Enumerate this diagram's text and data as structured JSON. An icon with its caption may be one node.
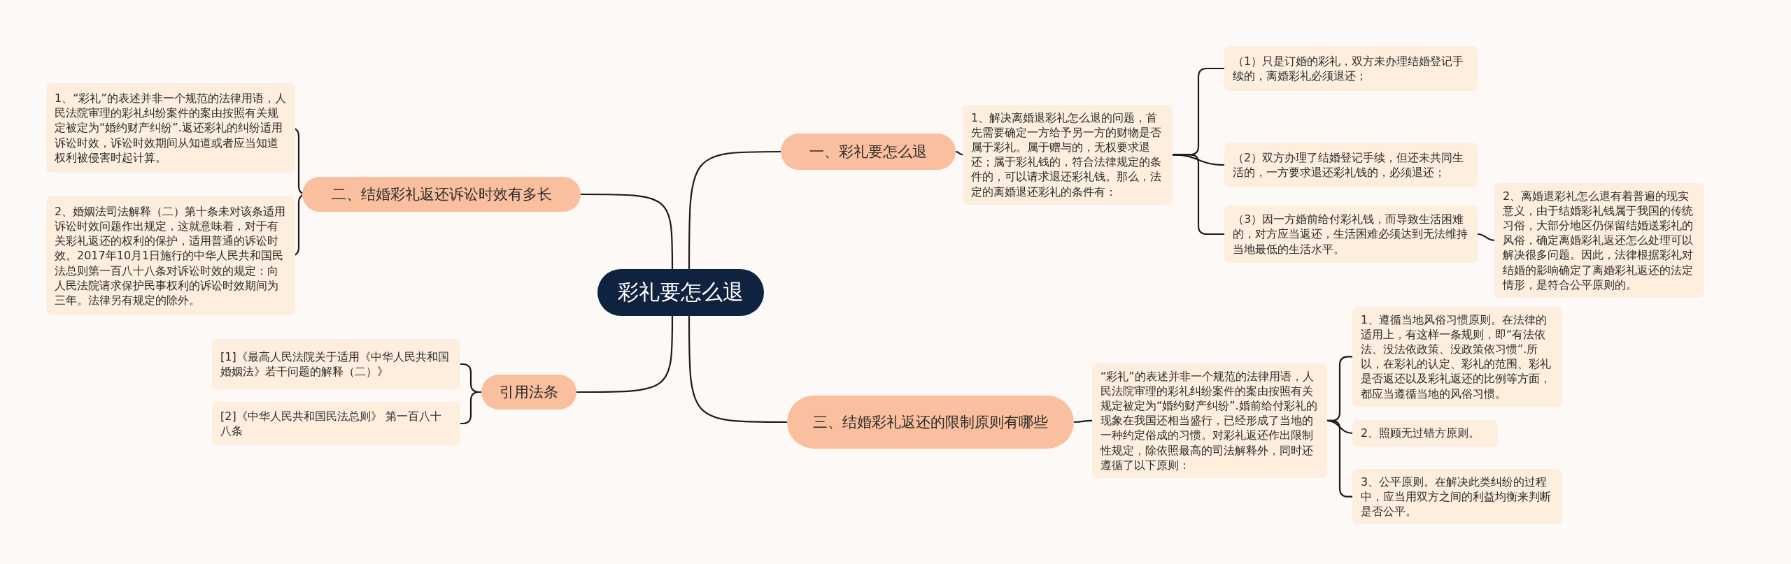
{
  "diagram": {
    "nodes": [
      {
        "text": [
          "彩礼要怎么退"
        ]
      },
      {
        "text": [
          "一、彩礼要怎么退"
        ]
      },
      {
        "text": [
          "1、解决离婚退彩礼怎么退的问题，首先需要确定一方给予另一方的财物是否属于彩礼。属于赠与的，无权要求退还；属于彩礼钱的，符合法律规定的条件的，可以请求退还彩礼钱。那么，法定的离婚退还彩礼的条件有："
        ]
      },
      {
        "text": [
          "（1）只是订婚的彩礼，双方未办理结婚登记手续的，离婚彩礼必须退还；"
        ]
      },
      {
        "text": [
          "（2）双方办理了结婚登记手续，但还未共同生活的，一方要求退还彩礼钱的，必须退还；"
        ]
      },
      {
        "text": [
          "（3）因一方婚前给付彩礼钱，而导致生活困难的，对方应当返还，生活困难必须达到无法维持当地最低的生活水平。"
        ]
      },
      {
        "text": [
          "2、离婚退彩礼怎么退有着普遍的现实意义，由于结婚彩礼钱属于我国的传统习俗，大部分地区仍保留结婚送彩礼的风俗，确定离婚彩礼返还怎么处理可以解决很多问题。因此，法律根据彩礼对结婚的影响确定了离婚彩礼返还的法定情形，是符合公平原则的。"
        ]
      },
      {
        "text": [
          "二、结婚彩礼返还诉讼时效有多长"
        ]
      },
      {
        "text": [
          "1、“彩礼”的表述并非一个规范的法律用语，人民法院审理的彩礼纠纷案件的案由按照有关规定被定为“婚约财产纠纷”.返还彩礼的纠纷适用诉讼时效，诉讼时效期间从知道或者应当知道权利被侵害时起计算。"
        ]
      },
      {
        "text": [
          "2、婚姻法司法解释（二）第十条未对该条适用诉讼时效问题作出规定，这就意味着，对于有关彩礼返还的权利的保护，适用普通的诉讼时效。2017年10月1日施行的中华人民共和国民法总则第一百八十八条对诉讼时效的规定：向人民法院请求保护民事权利的诉讼时效期间为三年。法律另有规定的除外。"
        ]
      },
      {
        "text": [
          "三、结婚彩礼返还的限制原则有哪些"
        ]
      },
      {
        "text": [
          "“彩礼”的表述并非一个规范的法律用语，人民法院审理的彩礼纠纷案件的案由按照有关规定被定为“婚约财产纠纷”.婚前给付彩礼的现象在我国还相当盛行，已经形成了当地的一种约定俗成的习惯。对彩礼返还作出限制性规定，除依照最高的司法解释外，同时还遵循了以下原则："
        ]
      },
      {
        "text": [
          "1、遵循当地风俗习惯原则。在法律的适用上，有这样一条规则，即“有法依法、没法依政策、没政策依习惯”.所以，在彩礼的认定、彩礼的范围、彩礼是否返还以及彩礼返还的比例等方面，都应当遵循当地的风俗习惯。"
        ]
      },
      {
        "text": [
          "2、照顾无过错方原则。"
        ]
      },
      {
        "text": [
          "3、公平原则。在解决此类纠纷的过程中，应当用双方之间的利益均衡来判断是否公平。"
        ]
      },
      {
        "text": [
          "引用法条"
        ]
      },
      {
        "text": [
          "[1]《最高人民法院关于适用《中华人民共和国婚姻法》若干问题的解释（二）》"
        ]
      },
      {
        "text": [
          "[2]《中华人民共和国民法总则》 第一百八十八条"
        ]
      }
    ],
    "edges": [
      {
        "from": 0,
        "to": 1,
        "arrow": "none"
      },
      {
        "from": 1,
        "to": 2,
        "arrow": "none"
      },
      {
        "from": 2,
        "to": 3,
        "arrow": "none"
      },
      {
        "from": 2,
        "to": 4,
        "arrow": "none"
      },
      {
        "from": 2,
        "to": 5,
        "arrow": "none"
      },
      {
        "from": 5,
        "to": 6,
        "arrow": "none"
      },
      {
        "from": 0,
        "to": 7,
        "arrow": "none"
      },
      {
        "from": 7,
        "to": 8,
        "arrow": "none"
      },
      {
        "from": 7,
        "to": 9,
        "arrow": "none"
      },
      {
        "from": 0,
        "to": 10,
        "arrow": "none"
      },
      {
        "from": 10,
        "to": 11,
        "arrow": "none"
      },
      {
        "from": 11,
        "to": 12,
        "arrow": "none"
      },
      {
        "from": 11,
        "to": 13,
        "arrow": "none"
      },
      {
        "from": 11,
        "to": 14,
        "arrow": "none"
      },
      {
        "from": 0,
        "to": 15,
        "arrow": "none"
      },
      {
        "from": 15,
        "to": 16,
        "arrow": "none"
      },
      {
        "from": 15,
        "to": 17,
        "arrow": "none"
      }
    ]
  }
}
